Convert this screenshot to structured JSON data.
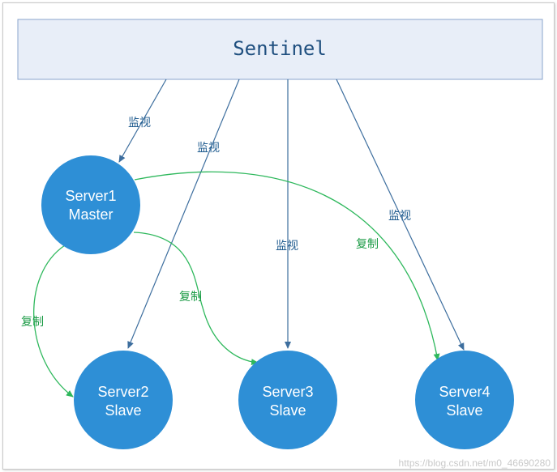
{
  "sentinel": {
    "label": "Sentinel"
  },
  "servers": [
    {
      "id": "server1",
      "name": "Server1",
      "role": "Master"
    },
    {
      "id": "server2",
      "name": "Server2",
      "role": "Slave"
    },
    {
      "id": "server3",
      "name": "Server3",
      "role": "Slave"
    },
    {
      "id": "server4",
      "name": "Server4",
      "role": "Slave"
    }
  ],
  "labels": {
    "monitor": "监视",
    "replicate": "复制"
  },
  "colors": {
    "sentinel_fill": "#e8eef8",
    "sentinel_border": "#8aa4cc",
    "server_fill": "#2e8fd6",
    "monitor_arrow": "#3d6e9e",
    "replicate_arrow": "#2eb85c",
    "label_text": "#1f5b8f",
    "replicate_text": "#1a9a44"
  },
  "watermark": "https://blog.csdn.net/m0_46690280"
}
